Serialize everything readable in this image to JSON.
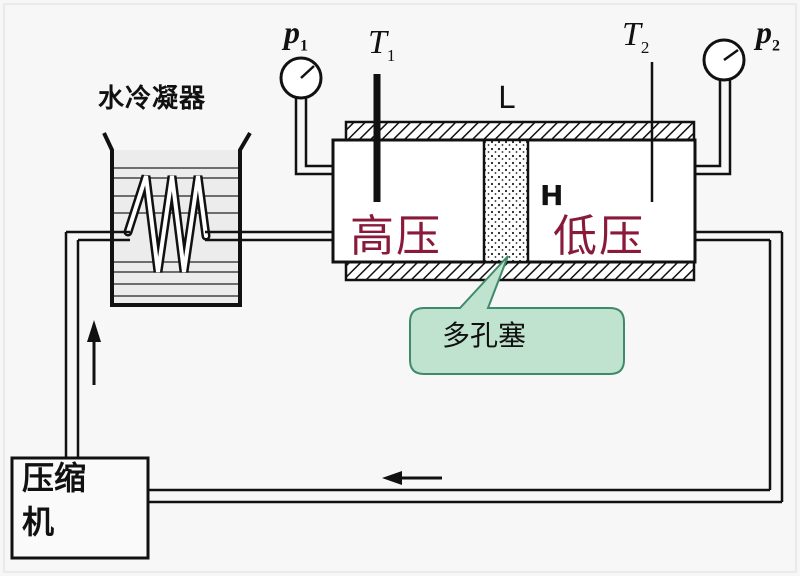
{
  "labels": {
    "condenser": "水冷凝器",
    "p1_main": "p",
    "p1_sub": "1",
    "t1_main": "T",
    "t1_sub": "1",
    "t2_main": "T",
    "t2_sub": "2",
    "p2_main": "p",
    "p2_sub": "2",
    "length": "L",
    "h_marker": "H",
    "high_pressure": "高压",
    "low_pressure": "低压",
    "porous_plug": "多孔塞",
    "compressor_line1": "压缩",
    "compressor_line2": "机"
  },
  "colors": {
    "line": "#111111",
    "pressure_text": "#8a1a3a",
    "callout_fill": "#bfe3cf",
    "callout_stroke": "#3e8a6a",
    "water": "#e6e6e6"
  }
}
